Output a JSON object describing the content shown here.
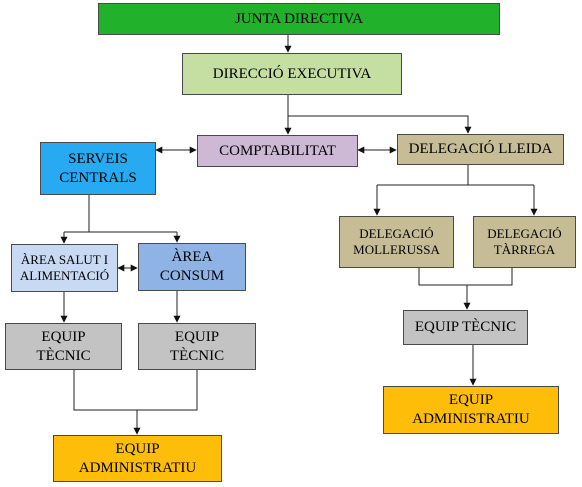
{
  "colors": {
    "dark_green": "#22b12b",
    "light_green": "#c5dfa3",
    "blue": "#27aaf2",
    "lavender": "#cdb8d6",
    "tan": "#c6bc95",
    "light_blue": "#c7d9f3",
    "steel_blue": "#8eb3e4",
    "gray": "#c3c3c3",
    "gold": "#fdbd09"
  },
  "nodes": {
    "junta": "JUNTA DIRECTIVA",
    "direccio": "DIRECCIÓ EXECUTIVA",
    "serveis": "SERVEIS\nCENTRALS",
    "comptabilitat": "COMPTABILITAT",
    "delegacio_lleida": "DELEGACIÓ  LLEIDA",
    "area_salut": "ÀREA SALUT I\nALIMENTACIÓ",
    "area_consum": "ÀREA\nCONSUM",
    "equip_tecnic_1": "EQUIP\nTÈCNIC",
    "equip_tecnic_2": "EQUIP\nTÈCNIC",
    "equip_admin_1": "EQUIP\nADMINISTRATIU",
    "delegacio_mollerussa": "DELEGACIÓ\nMOLLERUSSA",
    "delegacio_tarrega": "DELEGACIÓ\nTÀRREGA",
    "equip_tecnic_3": "EQUIP TÈCNIC",
    "equip_admin_2": "EQUIP\nADMINISTRATIU"
  }
}
